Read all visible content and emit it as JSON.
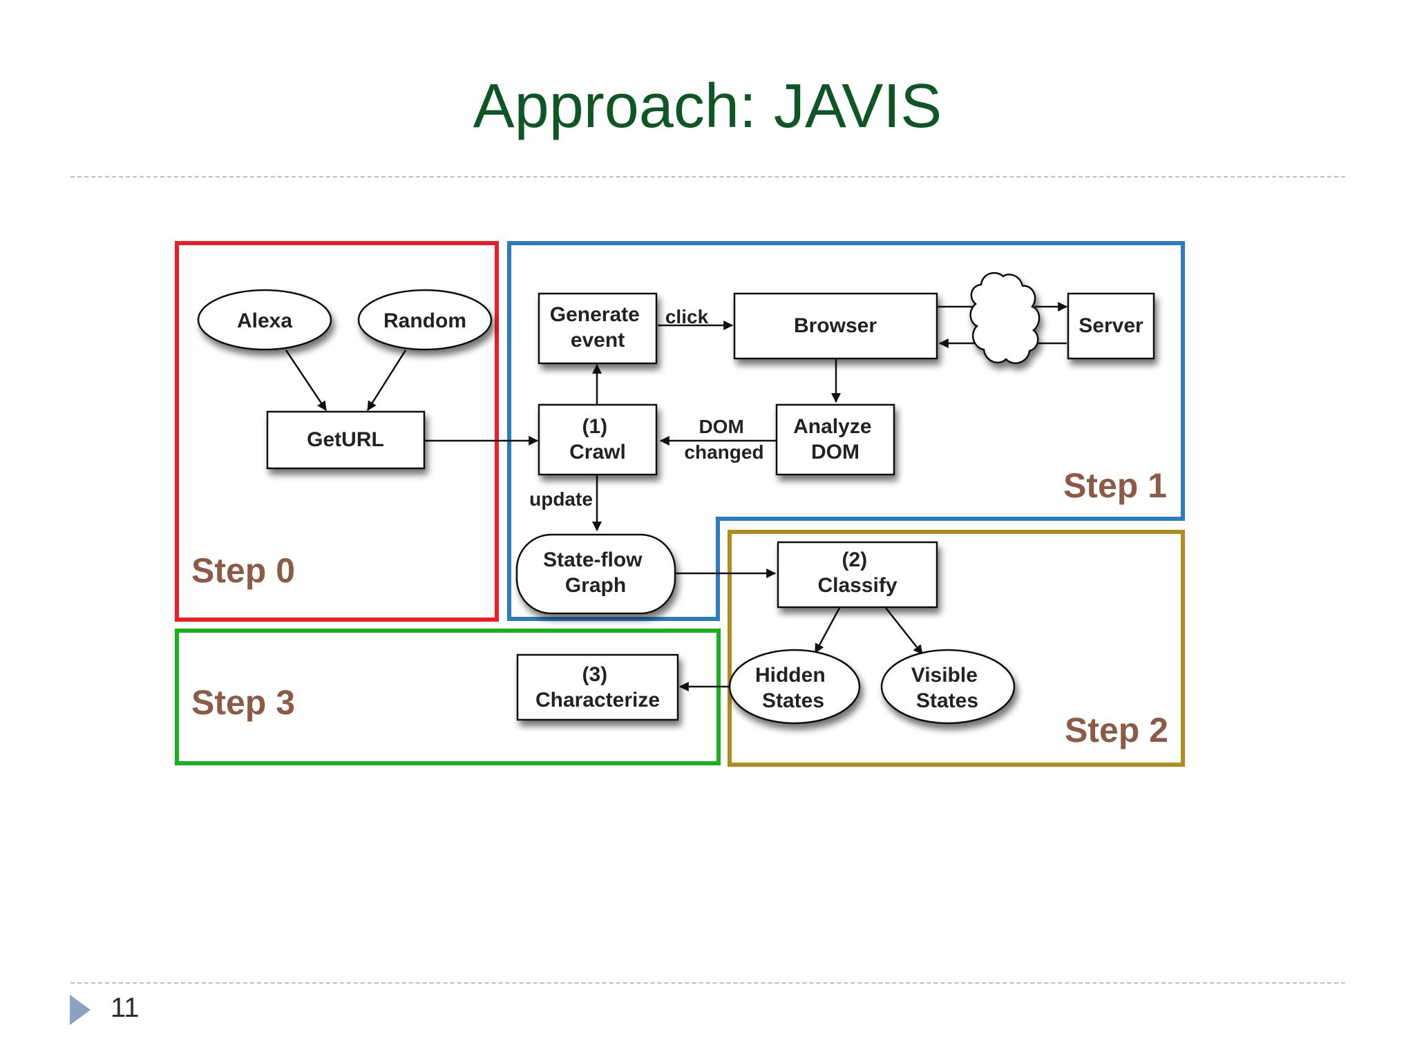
{
  "slide": {
    "title": "Approach: JAVIS",
    "page_number": "11"
  },
  "nodes": {
    "alexa": "Alexa",
    "random": "Random",
    "geturl": "GetURL",
    "generate_event": [
      "Generate",
      "event"
    ],
    "browser": "Browser",
    "server": "Server",
    "crawl": [
      "(1)",
      "Crawl"
    ],
    "analyze_dom": [
      "Analyze",
      "DOM"
    ],
    "state_flow_graph": [
      "State-flow",
      "Graph"
    ],
    "classify": [
      "(2)",
      "Classify"
    ],
    "hidden_states": [
      "Hidden",
      "States"
    ],
    "visible_states": [
      "Visible",
      "States"
    ],
    "characterize": [
      "(3)",
      "Characterize"
    ]
  },
  "edge_labels": {
    "click": "click",
    "dom_changed": [
      "DOM",
      "changed"
    ],
    "update": "update"
  },
  "steps": {
    "step0": "Step 0",
    "step1": "Step 1",
    "step2": "Step 2",
    "step3": "Step 3"
  },
  "colors": {
    "title": "#0f5626",
    "step0_border": "#ee1c24",
    "step1_border": "#2b7bbd",
    "step2_border": "#b08c1a",
    "step3_border": "#19b01e",
    "step_label": "#8d5a45"
  }
}
